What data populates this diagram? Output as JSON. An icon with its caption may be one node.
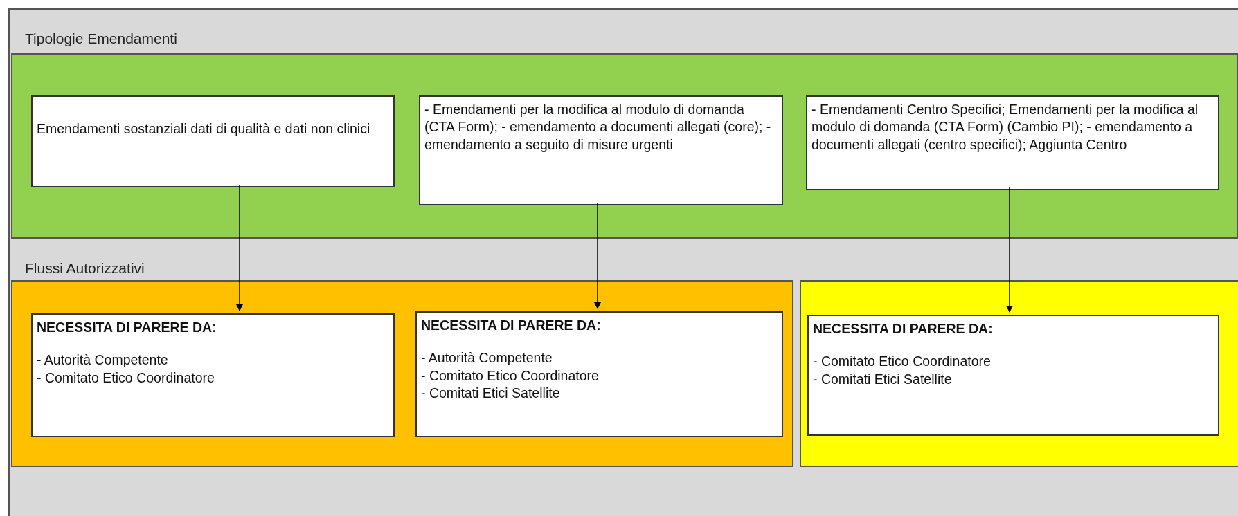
{
  "diagram": {
    "nodes": [
      {
        "text": [
          "Tipologie Emendamenti",
          "Flussi Autorizzativi"
        ]
      },
      {
        "text": [],
        "shape": "box",
        "in": 0
      },
      {
        "text": [
          "Emendamenti sostanziali dati di qualità e dati non clinici"
        ],
        "in": 1
      },
      {
        "text": [
          "- Emendamenti per la modifica al modulo di domanda (CTA Form); - emendamento a documenti allegati (core); - emendamento a seguito di misure urgenti"
        ],
        "in": 1
      },
      {
        "text": [
          "- Emendamenti Centro Specifici; Emendamenti per la modifica al modulo di domanda (CTA Form) (Cambio PI); - emendamento a documenti allegati (centro specifici); Aggiunta Centro"
        ],
        "in": 1
      },
      {
        "text": [],
        "shape": "box",
        "in": 0
      },
      {
        "text": [],
        "shape": "box",
        "in": 0
      },
      {
        "text": [
          "NECESSITA DI PARERE DA:",
          "- Autorità Competente",
          "- Comitato Etico Coordinatore"
        ],
        "in": 5
      },
      {
        "text": [
          "NECESSITA DI PARERE DA:",
          "- Autorità Competente",
          "- Comitato Etico Coordinatore",
          "- Comitati Etici Satellite"
        ],
        "in": 5
      },
      {
        "text": [
          "NECESSITA DI PARERE DA:",
          "- Comitato Etico Coordinatore",
          "- Comitati Etici Satellite"
        ],
        "in": 6
      }
    ],
    "edges": [
      {
        "from": 2,
        "to": 7,
        "arrow": "to"
      },
      {
        "from": 3,
        "to": 8,
        "arrow": "to"
      },
      {
        "from": 4,
        "to": 9,
        "arrow": "to"
      }
    ]
  }
}
